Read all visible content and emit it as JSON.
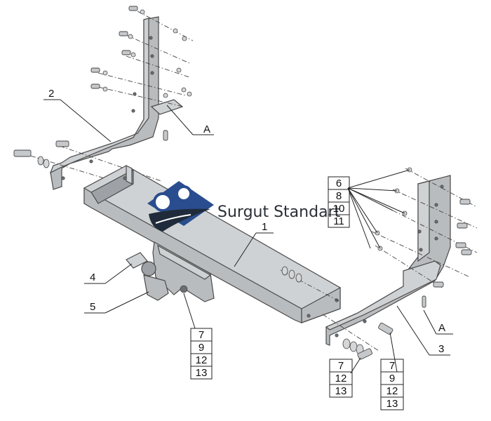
{
  "logo": {
    "text": "Surgut Standart"
  },
  "labels": {
    "part_1": "1",
    "part_2": "2",
    "part_3": "3",
    "part_4": "4",
    "part_5": "5",
    "detail_a_top": "A",
    "detail_a_right": "A"
  },
  "stacks": {
    "hardware_right": [
      "6",
      "8",
      "10",
      "11"
    ],
    "hardware_ball": [
      "7",
      "9",
      "12",
      "13"
    ],
    "hardware_bottom_left": [
      "7",
      "12",
      "13"
    ],
    "hardware_bottom_right": [
      "7",
      "9",
      "12",
      "13"
    ]
  }
}
